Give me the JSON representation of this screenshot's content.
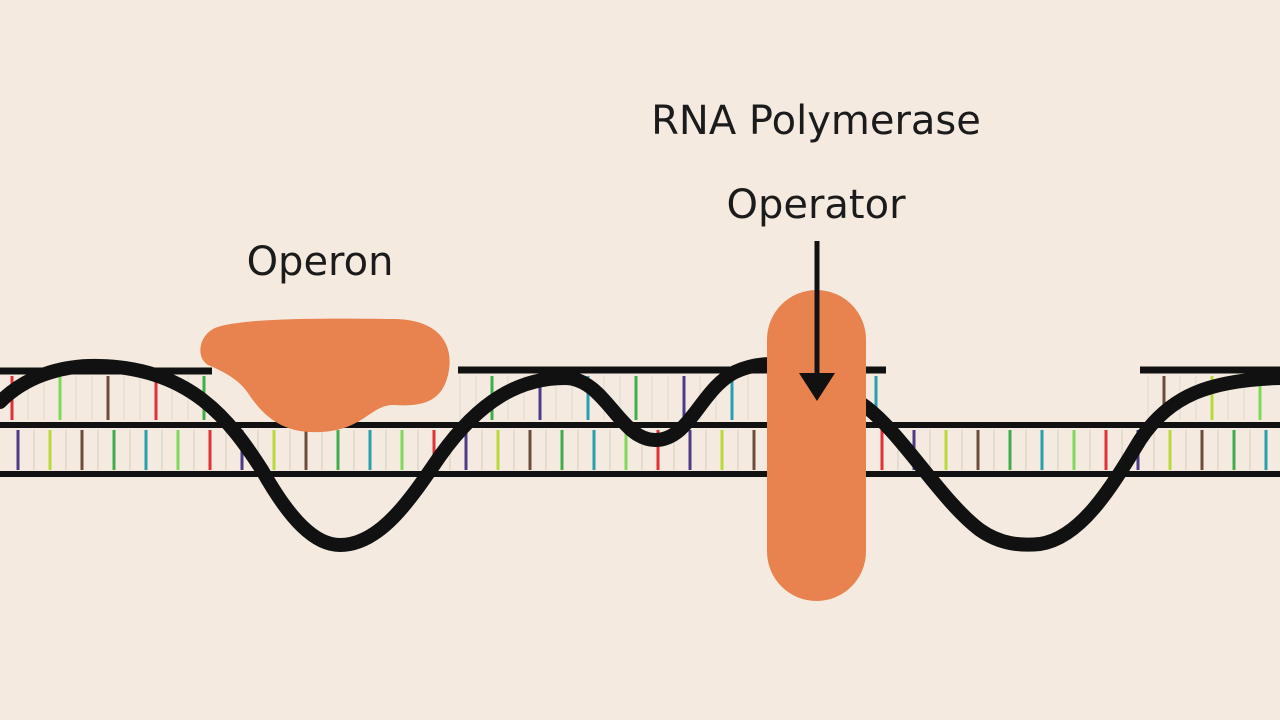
{
  "labels": {
    "operon": "Operon",
    "rna_polymerase": "RNA Polymerase",
    "operator": "Operator"
  },
  "colors": {
    "background": "#f4eadf",
    "blob": "#e8824f",
    "strand": "#111111",
    "base_pair_palette": [
      "#e0313a",
      "#3fae4a",
      "#4b3a8a",
      "#2a9db0",
      "#b8d93a",
      "#7ed957",
      "#6b4c3b"
    ]
  },
  "icons": {
    "arrow": "arrow-down-icon"
  }
}
